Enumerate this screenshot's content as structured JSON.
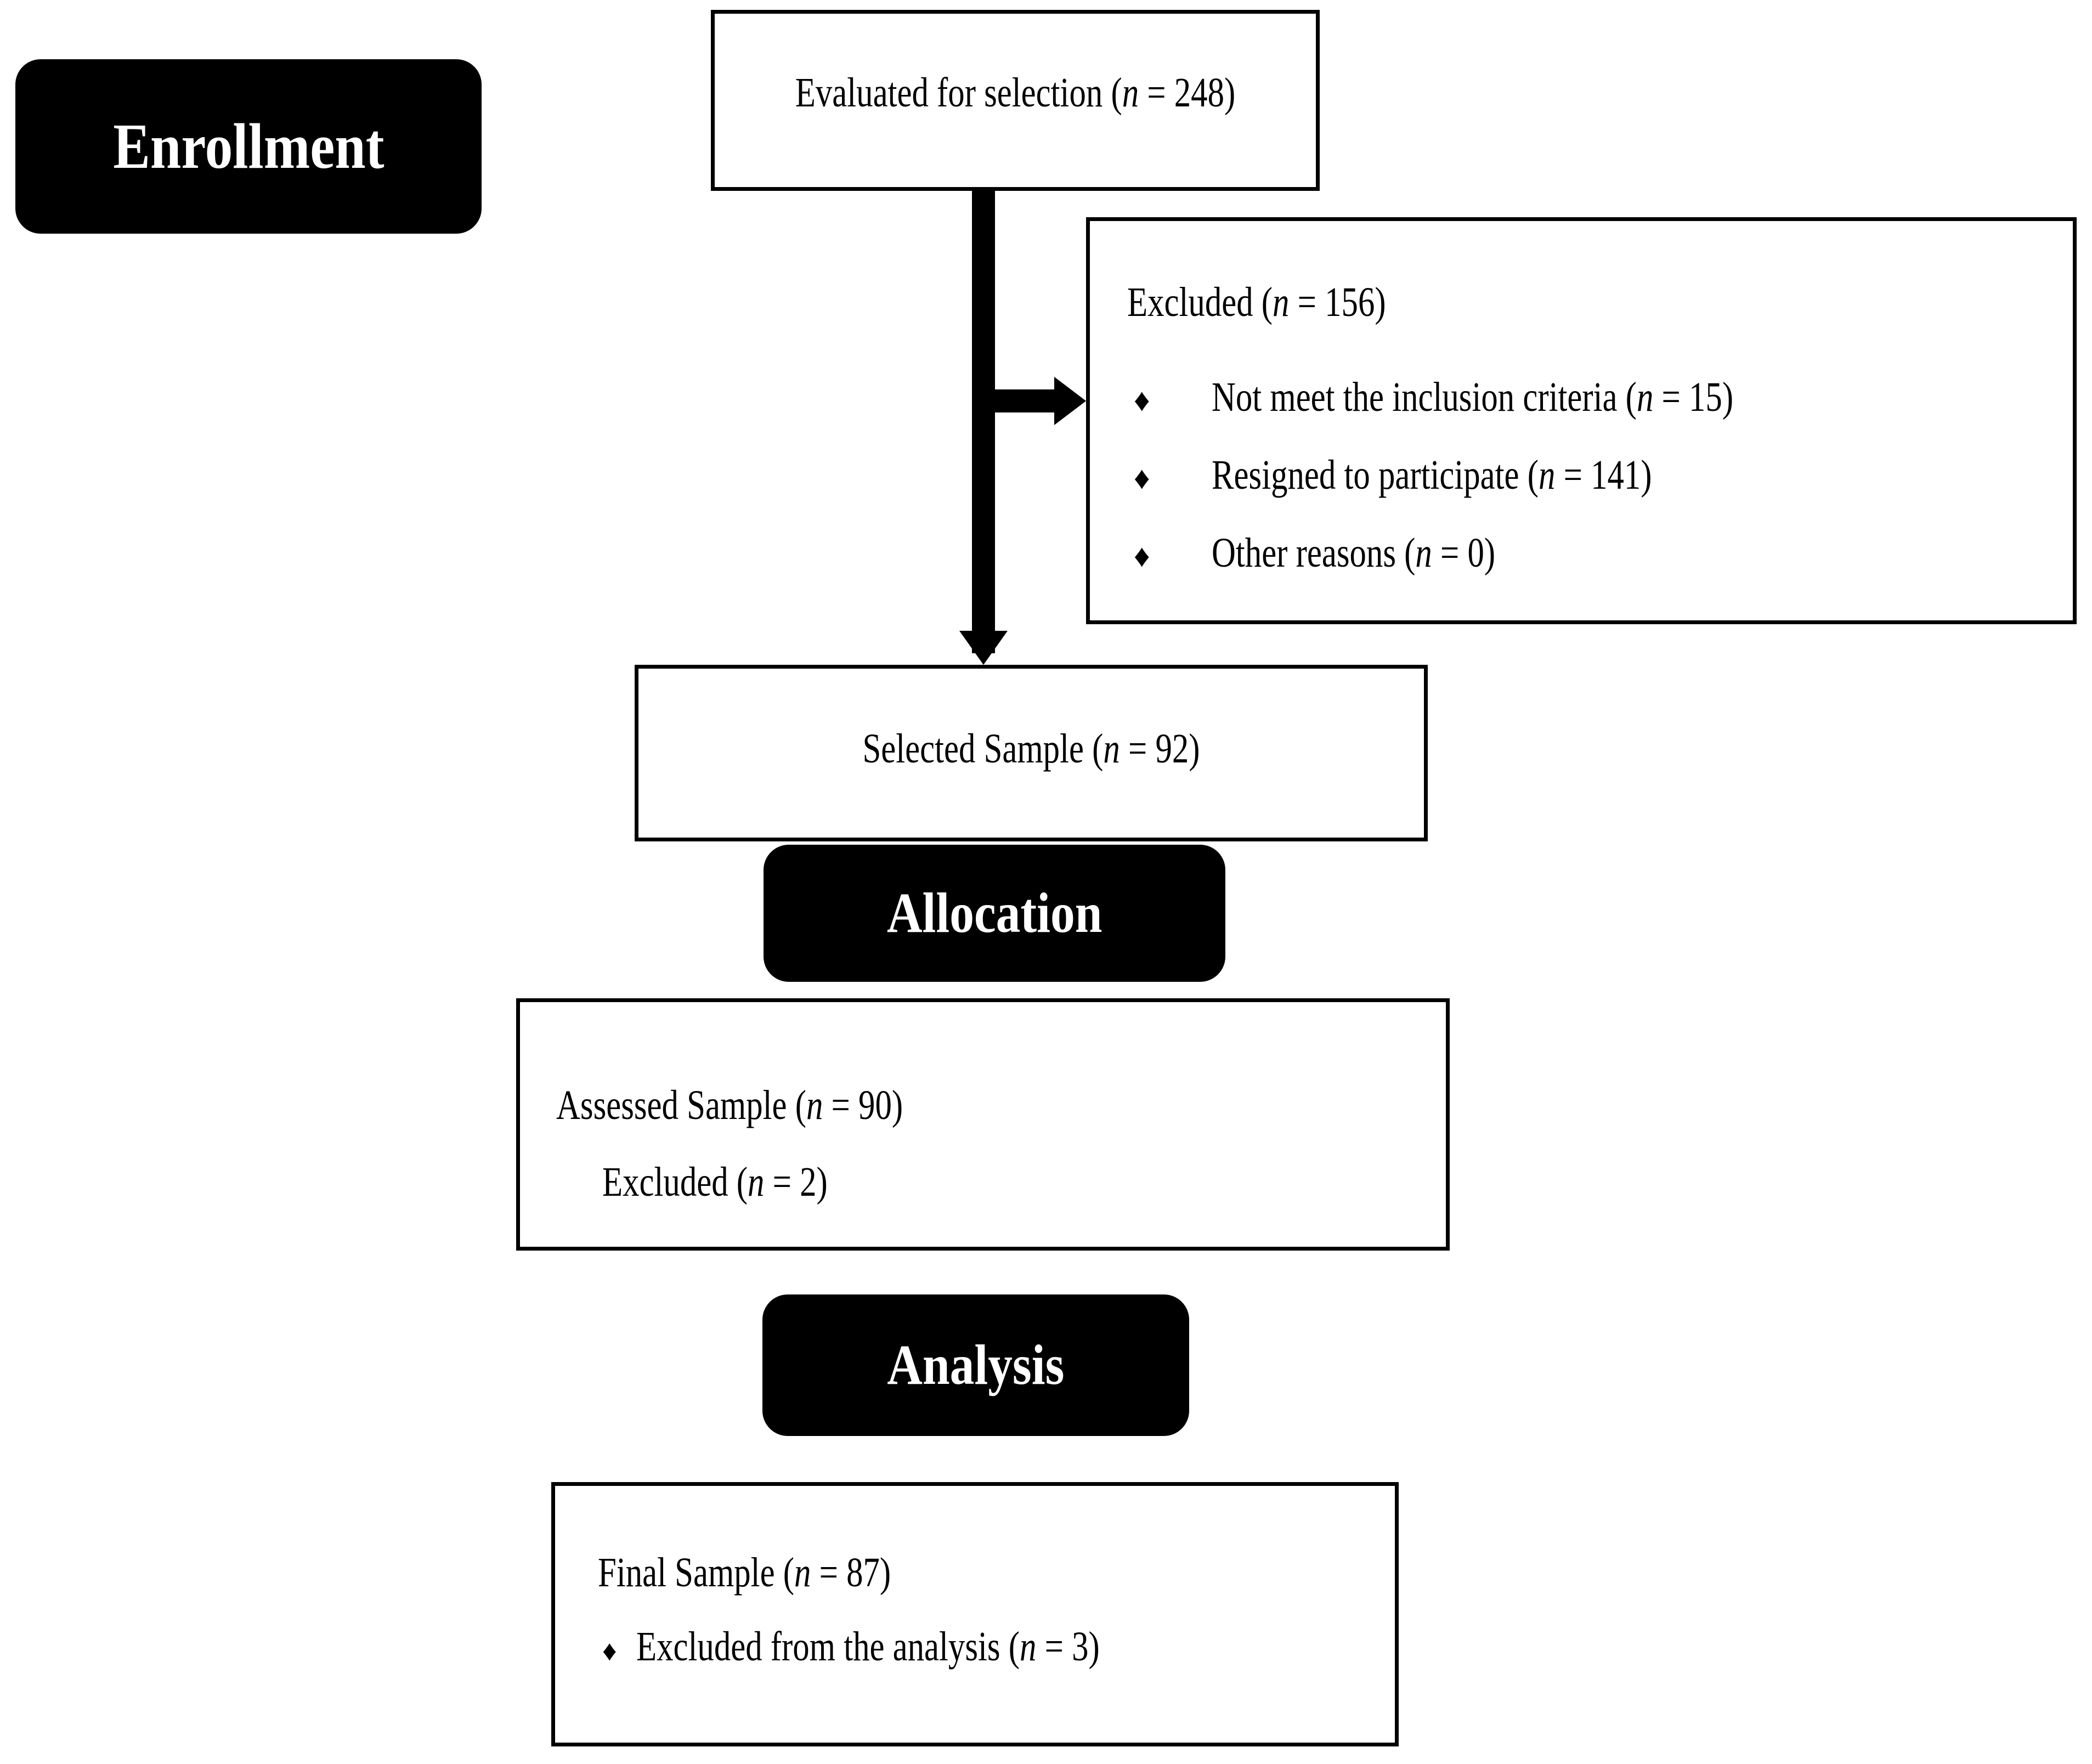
{
  "diagram": {
    "type": "consort-participant-flow",
    "stages": [
      {
        "id": "enrollment",
        "label": "Enrollment"
      },
      {
        "id": "allocation",
        "label": "Allocation"
      },
      {
        "id": "analysis",
        "label": "Analysis"
      }
    ],
    "boxes": {
      "evaluated": {
        "text_prefix": "Evaluated for selection (",
        "italic_n": "n",
        "text_suffix": " = 248)",
        "value": 248
      },
      "excluded": {
        "heading_prefix": "Excluded (",
        "heading_italic_n": "n",
        "heading_suffix": " = 156)",
        "heading_value": 156,
        "bullet_mark": "♦",
        "reasons": [
          {
            "label": "Not meet the inclusion criteria (",
            "italic_n": "n",
            "suffix": " = 15)",
            "value": 15
          },
          {
            "label": "Resigned to participate (",
            "italic_n": "n",
            "suffix": " = 141)",
            "value": 141
          },
          {
            "label": "Other reasons (",
            "italic_n": "n",
            "suffix": " = 0)",
            "value": 0
          }
        ]
      },
      "selected": {
        "text_prefix": "Selected Sample (",
        "italic_n": "n",
        "text_suffix": " = 92)",
        "value": 92
      },
      "assessed": {
        "line1_prefix": "Assessed Sample (",
        "line1_italic_n": "n",
        "line1_suffix": " = 90)",
        "line1_value": 90,
        "line2_prefix": "Excluded (",
        "line2_italic_n": "n",
        "line2_suffix": " = 2)",
        "line2_value": 2
      },
      "final": {
        "line1_prefix": "Final Sample (",
        "line1_italic_n": "n",
        "line1_suffix": " = 87)",
        "line1_value": 87,
        "bullet_mark": "♦",
        "line2_prefix": "Excluded from the analysis (",
        "line2_italic_n": "n",
        "line2_suffix": " = 3)",
        "line2_value": 3
      }
    },
    "colors": {
      "stroke": "#000000",
      "fill": "#ffffff",
      "stage_pill_bg": "#000000",
      "stage_pill_text": "#ffffff"
    }
  }
}
